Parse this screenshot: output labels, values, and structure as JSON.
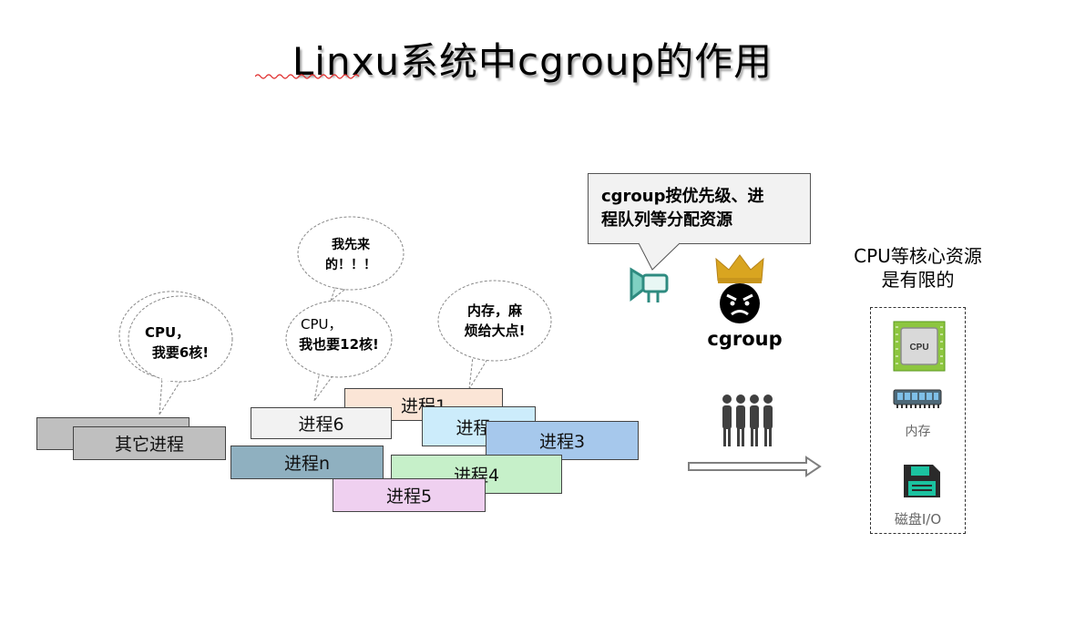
{
  "title": "Linxu系统中cgroup的作用",
  "bubbles": {
    "cpu6": [
      "CPU，",
      "我要6核!"
    ],
    "first": [
      "我先来",
      "的！！！"
    ],
    "cpu12": [
      "CPU，",
      "我也要12核!"
    ],
    "mem": [
      "内存，麻",
      "烦给大点!"
    ]
  },
  "processes": {
    "other": "其它进程",
    "p1": "进程1",
    "p2": "进程2",
    "p3": "进程3",
    "p4": "进程4",
    "p5": "进程5",
    "p6": "进程6",
    "pn": "进程n"
  },
  "callout": [
    "cgroup按优先级、进",
    "程队列等分配资源"
  ],
  "cgroup_label": "cgroup",
  "resources": {
    "title": [
      "CPU等核心资源",
      "是有限的"
    ],
    "cpu_chip": "CPU",
    "memory": "内存",
    "disk": "磁盘I/O"
  },
  "colors": {
    "other": "#bfbfbf",
    "p1": "#fbe5d6",
    "p2": "#ccecfb",
    "p3": "#a6c8ec",
    "p4": "#c6f0c9",
    "p5": "#efd0f0",
    "p6": "#f2f2f2",
    "pn": "#8fb0c0"
  }
}
